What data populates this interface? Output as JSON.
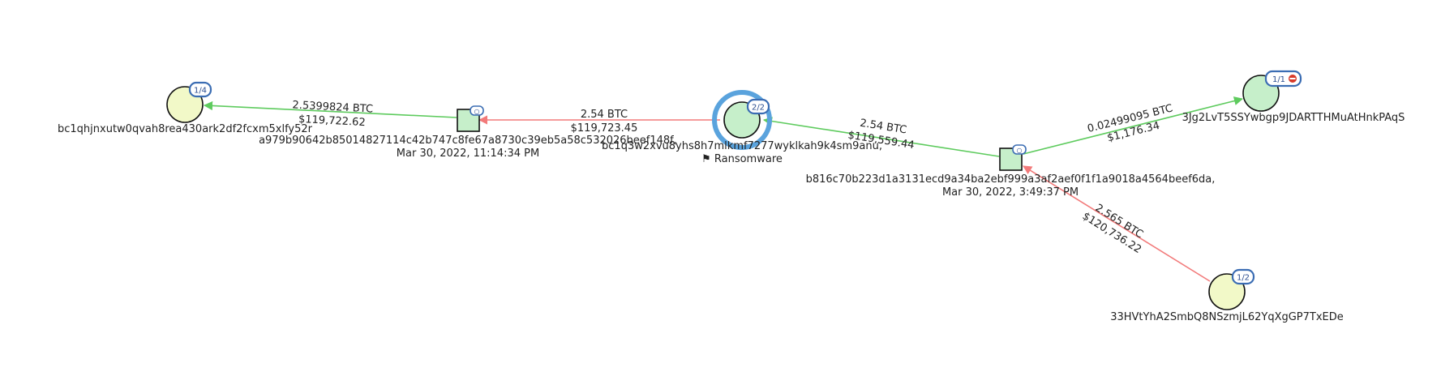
{
  "colors": {
    "address_fill": "#f2f9c8",
    "address_fill_main": "#c6efca",
    "tx_fill": "#c6efca",
    "out_edge": "#5ecb5e",
    "in_edge": "#f27a7a",
    "highlight_ring": "#5aa3dd",
    "badge_border": "#3b6db3",
    "tag_red": "#d83a2a"
  },
  "addresses": {
    "a1": {
      "label": "bc1qhjnxutw0qvah8rea430ark2df2fcxm5xlfy52r",
      "badge": "1/4"
    },
    "main": {
      "label": "bc1q3w2xvu8yhs8h7mlkmf7277wyklkah9k4sm9anu,",
      "badge": "2/2",
      "tag": "⚑ Ransomware"
    },
    "right": {
      "label": "3Jg2LvT5SSYwbgp9JDARTTHMuAtHnkPAqS",
      "badge": "1/1"
    },
    "bottom": {
      "label": "33HVtYhA2SmbQ8NSzmjL62YqXgGP7TxEDe",
      "badge": "1/2"
    }
  },
  "transactions": {
    "t1": {
      "hash": "a979b90642b85014827114c42b747c8fe67a8730c39eb5a58c532026beef148f,",
      "time": "Mar 30, 2022, 11:14:34 PM",
      "badge": "○"
    },
    "t2": {
      "hash": "b816c70b223d1a3131ecd9a34ba2ebf999a3af2aef0f1f1a9018a4564beef6da,",
      "time": "Mar 30, 2022, 3:49:37 PM",
      "badge": "○"
    }
  },
  "edges": {
    "e1": {
      "btc": "2.5399824 BTC",
      "usd": "$119,722.62"
    },
    "e2": {
      "btc": "2.54 BTC",
      "usd": "$119,723.45"
    },
    "e3": {
      "btc": "2.54 BTC",
      "usd": "$119,559.44"
    },
    "e4": {
      "btc": "0.02499095 BTC",
      "usd": "$1,176.34"
    },
    "e5": {
      "btc": "2.565 BTC",
      "usd": "$120,736.22"
    }
  }
}
